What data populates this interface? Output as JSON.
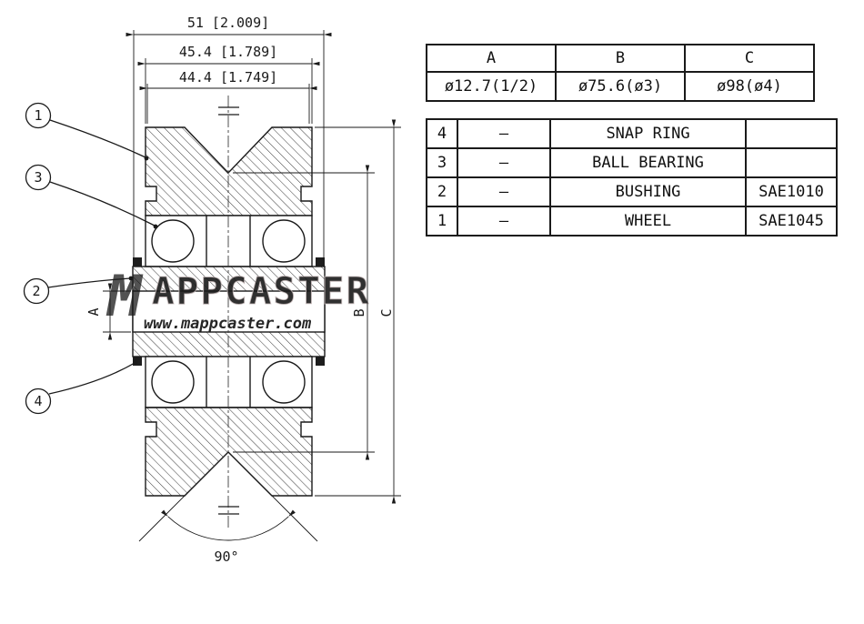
{
  "watermark": {
    "logo": "M",
    "brand": "APPCASTER",
    "url": "www.mappcaster.com"
  },
  "drawing": {
    "dim_width_outer": "51 [2.009]",
    "dim_width_mid": "45.4 [1.789]",
    "dim_width_inner": "44.4 [1.749]",
    "dim_a": "A",
    "dim_b": "B",
    "dim_c": "C",
    "angle": "90°",
    "balloons": [
      {
        "id": "1"
      },
      {
        "id": "3"
      },
      {
        "id": "2"
      },
      {
        "id": "4"
      }
    ]
  },
  "size_table": {
    "headers": [
      "A",
      "B",
      "C"
    ],
    "values": [
      "ø12.7(1/2)",
      "ø75.6(ø3)",
      "ø98(ø4)"
    ]
  },
  "parts_table": {
    "rows": [
      {
        "item": "4",
        "qty": "–",
        "name": "SNAP RING",
        "material": ""
      },
      {
        "item": "3",
        "qty": "–",
        "name": "BALL BEARING",
        "material": ""
      },
      {
        "item": "2",
        "qty": "–",
        "name": "BUSHING",
        "material": "SAE1010"
      },
      {
        "item": "1",
        "qty": "–",
        "name": "WHEEL",
        "material": "SAE1045"
      }
    ]
  }
}
